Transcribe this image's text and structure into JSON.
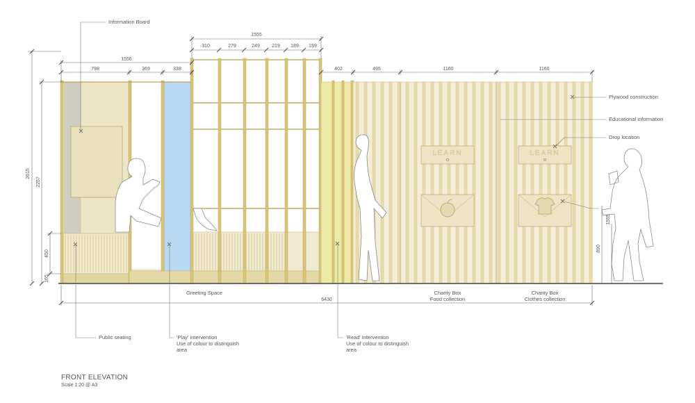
{
  "title": "FRONT ELEVATION",
  "scale": "Scale 1:20 @ A3",
  "dimensions": {
    "left_total": "1556",
    "left_segments": [
      "798",
      "369",
      "338"
    ],
    "middle_total": "1555",
    "middle_segments": [
      "310",
      "279",
      "249",
      "219",
      "189",
      "159"
    ],
    "right_segments": [
      "402",
      "495",
      "1160",
      "1160"
    ],
    "overall_width": "6430",
    "height_total": "2615",
    "height_upper": "2257",
    "height_bench": "450",
    "height_base": "165",
    "height_box": "890",
    "height_drop": "1555"
  },
  "annotations": {
    "information_board": "Information Board",
    "plywood": "Plywood construction",
    "educational": "Educational information",
    "drop_location": "Drop location",
    "public_seating": "Public seating",
    "play_title": "'Play' intervention",
    "play_line1": "Use of colour to distinguish",
    "play_line2": "area",
    "read_title": "'Read' intervention",
    "read_line1": "Use of colour to distinguish",
    "read_line2": "area"
  },
  "zones": {
    "greeting": "Greeting Space",
    "charity_food_1": "Charity Box",
    "charity_food_2": "Food collection",
    "charity_clothes_1": "Charity Box",
    "charity_clothes_2": "Clothes collection"
  },
  "box_labels": {
    "learn_1": "LEARN",
    "learn_2": "LEARN"
  },
  "colors": {
    "timber": "#d4c27c",
    "panel": "#f1ebd2",
    "play_blue": "#b9d9f2",
    "read_yellow": "#eeeaa6",
    "board": "#ece4c3",
    "wall_grey": "#cfcdc2"
  }
}
